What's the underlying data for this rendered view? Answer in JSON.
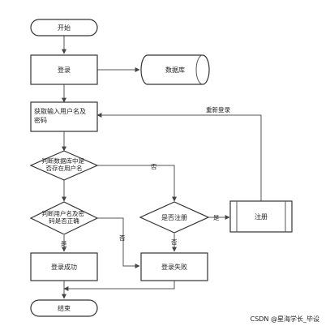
{
  "nodes": {
    "start": "开始",
    "login": "登录",
    "database": "数据库",
    "get_input": [
      "获取输入用户名及",
      "密码"
    ],
    "check_db": [
      "判断数据库中是",
      "否存在用户名"
    ],
    "check_pwd": [
      "判断用户名及密",
      "码是否正确"
    ],
    "is_register": "是否注册",
    "register": "注册",
    "login_success": "登录成功",
    "login_fail": "登录失败",
    "end": "结束"
  },
  "edges": {
    "relogin": "重新登录",
    "db_no": "否",
    "pwd_yes": "是",
    "pwd_no": "否",
    "register_yes": "是",
    "register_no": "否"
  },
  "watermark": "CSDN @星海学长_毕设"
}
